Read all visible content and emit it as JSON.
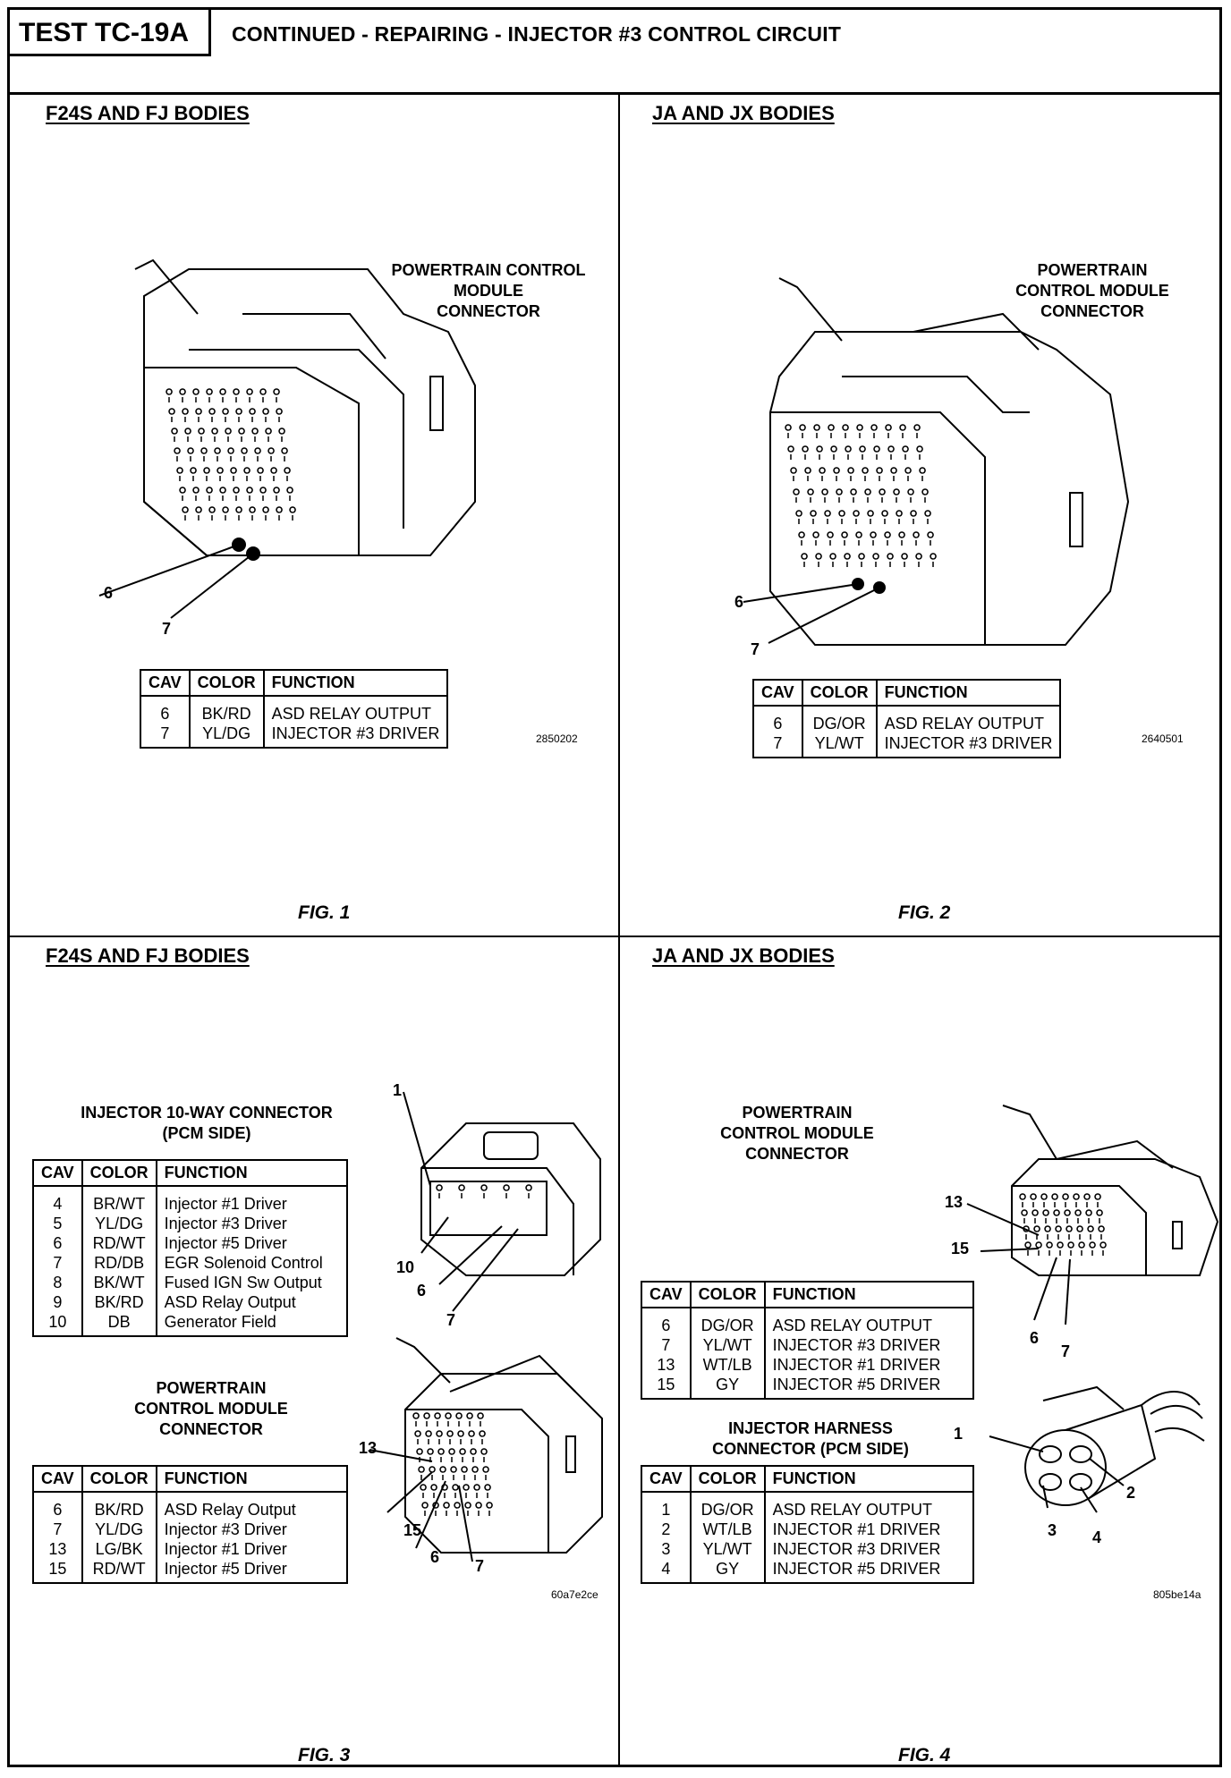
{
  "header": {
    "test_id": "TEST TC-19A",
    "title": "CONTINUED - REPAIRING - INJECTOR #3 CONTROL CIRCUIT"
  },
  "table_headers": {
    "cav": "CAV",
    "color": "COLOR",
    "function": "FUNCTION"
  },
  "fig1": {
    "title": "F24S AND FJ BODIES",
    "caption": [
      "POWERTRAIN CONTROL",
      "MODULE",
      "CONNECTOR"
    ],
    "callouts": {
      "a": "6",
      "b": "7"
    },
    "rows": [
      {
        "cav": "6",
        "color": "BK/RD",
        "function": "ASD RELAY OUTPUT"
      },
      {
        "cav": "7",
        "color": "YL/DG",
        "function": "INJECTOR #3 DRIVER"
      }
    ],
    "code": "2850202",
    "fig": "FIG. 1"
  },
  "fig2": {
    "title": "JA AND JX BODIES",
    "caption": [
      "POWERTRAIN",
      "CONTROL MODULE",
      "CONNECTOR"
    ],
    "callouts": {
      "a": "6",
      "b": "7"
    },
    "rows": [
      {
        "cav": "6",
        "color": "DG/OR",
        "function": "ASD RELAY OUTPUT"
      },
      {
        "cav": "7",
        "color": "YL/WT",
        "function": "INJECTOR #3 DRIVER"
      }
    ],
    "code": "2640501",
    "fig": "FIG. 2"
  },
  "fig3": {
    "title": "F24S AND FJ BODIES",
    "caption_top": [
      "INJECTOR 10-WAY CONNECTOR",
      "(PCM SIDE)"
    ],
    "rows_top": [
      {
        "cav": "4",
        "color": "BR/WT",
        "function": "Injector #1 Driver"
      },
      {
        "cav": "5",
        "color": "YL/DG",
        "function": "Injector #3 Driver"
      },
      {
        "cav": "6",
        "color": "RD/WT",
        "function": "Injector #5 Driver"
      },
      {
        "cav": "7",
        "color": "RD/DB",
        "function": "EGR Solenoid Control"
      },
      {
        "cav": "8",
        "color": "BK/WT",
        "function": "Fused IGN Sw Output"
      },
      {
        "cav": "9",
        "color": "BK/RD",
        "function": "ASD Relay Output"
      },
      {
        "cav": "10",
        "color": "DB",
        "function": "Generator Field"
      }
    ],
    "callouts_top": {
      "a": "1",
      "b": "10",
      "c": "6",
      "d": "7"
    },
    "caption_bottom": [
      "POWERTRAIN",
      "CONTROL MODULE",
      "CONNECTOR"
    ],
    "rows_bottom": [
      {
        "cav": "6",
        "color": "BK/RD",
        "function": "ASD Relay Output"
      },
      {
        "cav": "7",
        "color": "YL/DG",
        "function": "Injector #3 Driver"
      },
      {
        "cav": "13",
        "color": "LG/BK",
        "function": "Injector #1 Driver"
      },
      {
        "cav": "15",
        "color": "RD/WT",
        "function": "Injector #5 Driver"
      }
    ],
    "callouts_bottom": {
      "a": "13",
      "b": "15",
      "c": "6",
      "d": "7"
    },
    "code": "60a7e2ce",
    "fig": "FIG. 3"
  },
  "fig4": {
    "title": "JA AND JX BODIES",
    "caption_top": [
      "POWERTRAIN",
      "CONTROL MODULE",
      "CONNECTOR"
    ],
    "rows_top": [
      {
        "cav": "6",
        "color": "DG/OR",
        "function": "ASD RELAY OUTPUT"
      },
      {
        "cav": "7",
        "color": "YL/WT",
        "function": "INJECTOR #3 DRIVER"
      },
      {
        "cav": "13",
        "color": "WT/LB",
        "function": "INJECTOR #1 DRIVER"
      },
      {
        "cav": "15",
        "color": "GY",
        "function": "INJECTOR #5 DRIVER"
      }
    ],
    "callouts_top": {
      "a": "13",
      "b": "15",
      "c": "6",
      "d": "7"
    },
    "caption_bottom": [
      "INJECTOR HARNESS",
      "CONNECTOR (PCM SIDE)"
    ],
    "rows_bottom": [
      {
        "cav": "1",
        "color": "DG/OR",
        "function": "ASD RELAY OUTPUT"
      },
      {
        "cav": "2",
        "color": "WT/LB",
        "function": "INJECTOR #1 DRIVER"
      },
      {
        "cav": "3",
        "color": "YL/WT",
        "function": "INJECTOR #3 DRIVER"
      },
      {
        "cav": "4",
        "color": "GY",
        "function": "INJECTOR #5 DRIVER"
      }
    ],
    "callouts_bottom": {
      "a": "1",
      "b": "2",
      "c": "3",
      "d": "4"
    },
    "code": "805be14a",
    "fig": "FIG. 4"
  }
}
